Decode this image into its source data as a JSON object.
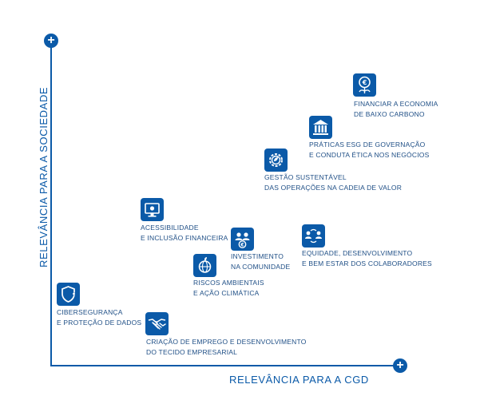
{
  "axes": {
    "y_label": "RELEVÂNCIA PARA A SOCIEDADE",
    "x_label": "RELEVÂNCIA PARA A CGD",
    "plus_symbol": "+"
  },
  "colors": {
    "accent": "#0b5aa8",
    "text": "#1f4f86"
  },
  "items": [
    {
      "name": "financiar",
      "icon": "euro-flower-icon",
      "line1": "FINANCIAR A ECONOMIA",
      "line2": "DE BAIXO CARBONO"
    },
    {
      "name": "praticas-esg",
      "icon": "bank-building-icon",
      "line1": "PRÁTICAS ESG DE GOVERNAÇÃO",
      "line2": "E CONDUTA ÉTICA NOS NEGÓCIOS"
    },
    {
      "name": "gestao",
      "icon": "gear-leaf-icon",
      "line1": "GESTÃO SUSTENTÁVEL",
      "line2": "DAS OPERAÇÕES NA CADEIA DE VALOR"
    },
    {
      "name": "acessibilidade",
      "icon": "monitor-icon",
      "line1": "ACESSIBILIDADE",
      "line2": "E INCLUSÃO FINANCEIRA"
    },
    {
      "name": "investimento",
      "icon": "people-euro-icon",
      "line1": "INVESTIMENTO",
      "line2": "NA COMUNIDADE"
    },
    {
      "name": "equidade",
      "icon": "people-arrows-icon",
      "line1": "EQUIDADE, DESENVOLVIMENTO",
      "line2": "E BEM ESTAR DOS COLABORADORES"
    },
    {
      "name": "riscos",
      "icon": "globe-leaf-icon",
      "line1": "RISCOS AMBIENTAIS",
      "line2": "E AÇÃO CLIMÁTICA"
    },
    {
      "name": "ciberseguranca",
      "icon": "shield-icon",
      "line1": "CIBERSEGURANÇA",
      "line2": "E PROTEÇÃO DE DADOS"
    },
    {
      "name": "criacao-emprego",
      "icon": "handshake-icon",
      "line1": "CRIAÇÃO DE EMPREGO E DESENVOLVIMENTO",
      "line2": "DO TECIDO EMPRESARIAL"
    }
  ]
}
